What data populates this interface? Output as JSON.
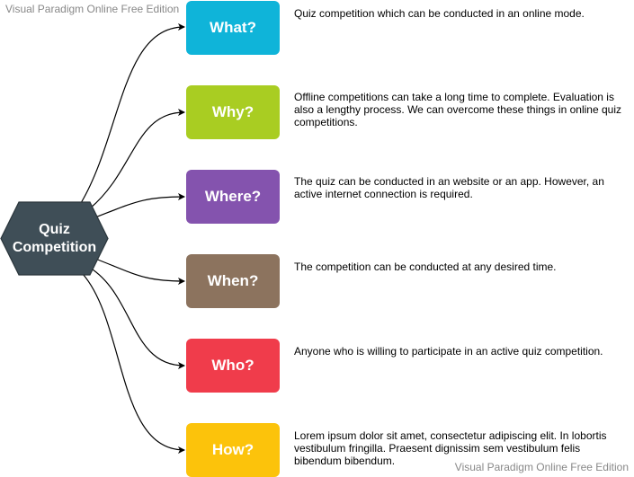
{
  "watermark": "Visual Paradigm Online Free Edition",
  "center": {
    "label": "Quiz Competition",
    "color": "#3f4e57"
  },
  "branches": [
    {
      "label": "What?",
      "color": "#0fb4d9",
      "description": "Quiz competition which can be conducted in an online mode."
    },
    {
      "label": "Why?",
      "color": "#a9cd22",
      "description": "Offline competitions can take a long time to complete. Evaluation is also a lengthy process. We can overcome these things in online quiz competitions."
    },
    {
      "label": "Where?",
      "color": "#8453ae",
      "description": "The quiz can be conducted in an website or an app. However, an active internet connection is required."
    },
    {
      "label": "When?",
      "color": "#8c735e",
      "description": "The competition can be conducted at any desired time."
    },
    {
      "label": "Who?",
      "color": "#f03c4b",
      "description": "Anyone who is willing to participate in an active quiz competition."
    },
    {
      "label": "How?",
      "color": "#fcc30b",
      "description": "Lorem ipsum dolor sit amet, consectetur adipiscing elit. In lobortis vestibulum fringilla. Praesent dignissim sem vestibulum felis bibendum bibendum."
    }
  ]
}
